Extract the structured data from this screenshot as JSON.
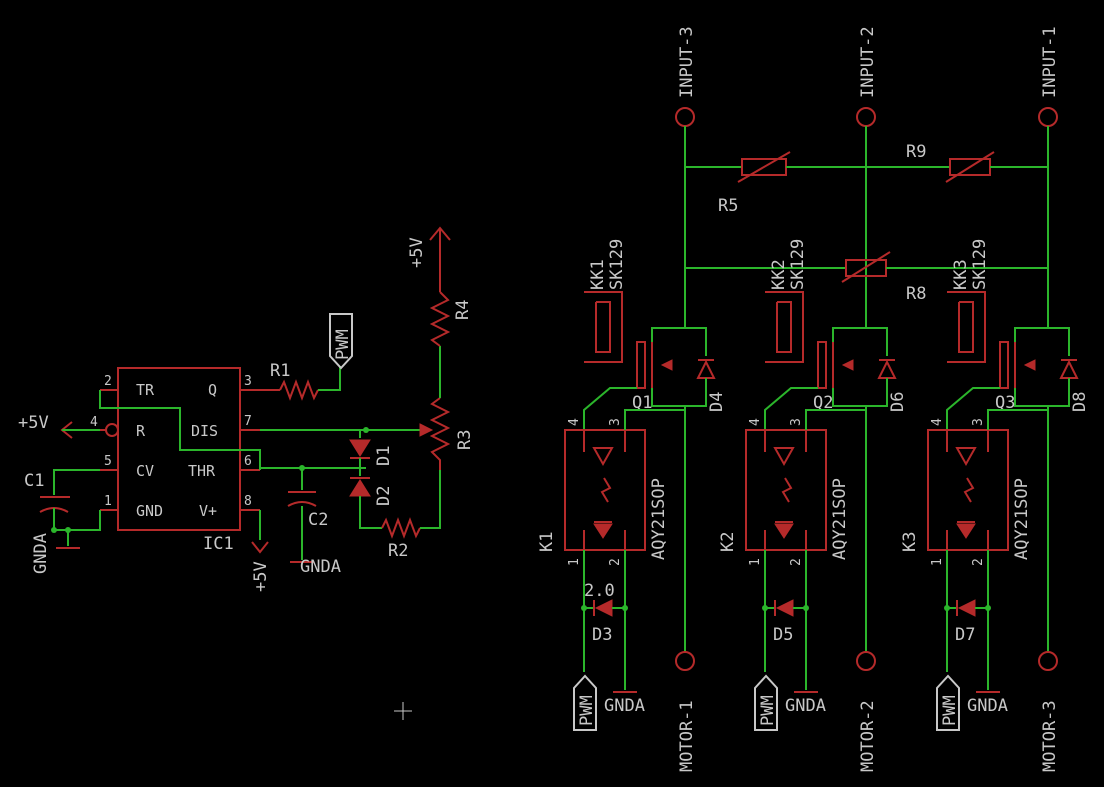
{
  "timer": {
    "ref": "IC1",
    "r1": "R1",
    "pins": {
      "tr": "TR",
      "q": "Q",
      "r": "R",
      "dis": "DIS",
      "cv": "CV",
      "thr": "THR",
      "gnd": "GND",
      "vplus": "V+"
    },
    "pin_numbers": {
      "p2": "2",
      "p3": "3",
      "p4": "4",
      "p7": "7",
      "p5": "5",
      "p6": "6",
      "p1": "1",
      "p8": "8"
    },
    "pwm": "PWM",
    "vcc_left": "+5V",
    "vcc_bottom": "+5V",
    "vcc_top": "+5V",
    "c1": "C1",
    "c2": "C2",
    "gnda_c1": "GNDA",
    "gnda_c2": "GNDA",
    "d1": "D1",
    "d2": "D2",
    "r2": "R2",
    "r3": "R3",
    "r4": "R4"
  },
  "inputs": {
    "in1": "INPUT-1",
    "in2": "INPUT-2",
    "in3": "INPUT-3"
  },
  "resistors": {
    "r5": "R5",
    "r8": "R8",
    "r9": "R9"
  },
  "channels": [
    {
      "relay": "KK1",
      "relay_part": "SK129",
      "fet": "Q1",
      "fet_diode": "D4",
      "opto": "K1",
      "opto_part": "AQY21SOP",
      "diode": "D3",
      "diode_value": "2.0",
      "pwm": "PWM",
      "gnd": "GNDA",
      "motor": "MOTOR-1"
    },
    {
      "relay": "KK2",
      "relay_part": "SK129",
      "fet": "Q2",
      "fet_diode": "D6",
      "opto": "K2",
      "opto_part": "AQY21SOP",
      "diode": "D5",
      "diode_value": "",
      "pwm": "PWM",
      "gnd": "GNDA",
      "motor": "MOTOR-2"
    },
    {
      "relay": "KK3",
      "relay_part": "SK129",
      "fet": "Q3",
      "fet_diode": "D8",
      "opto": "K3",
      "opto_part": "AQY21SOP",
      "diode": "D7",
      "diode_value": "",
      "pwm": "PWM",
      "gnd": "GNDA",
      "motor": "MOTOR-3"
    }
  ],
  "opto_pins": {
    "p4": "4",
    "p3": "3",
    "p1": "1",
    "p2": "2"
  },
  "colors": {
    "background": "#000000",
    "net": "#2bb52b",
    "symbol": "#b52a2a",
    "text": "#c8c8c8"
  }
}
